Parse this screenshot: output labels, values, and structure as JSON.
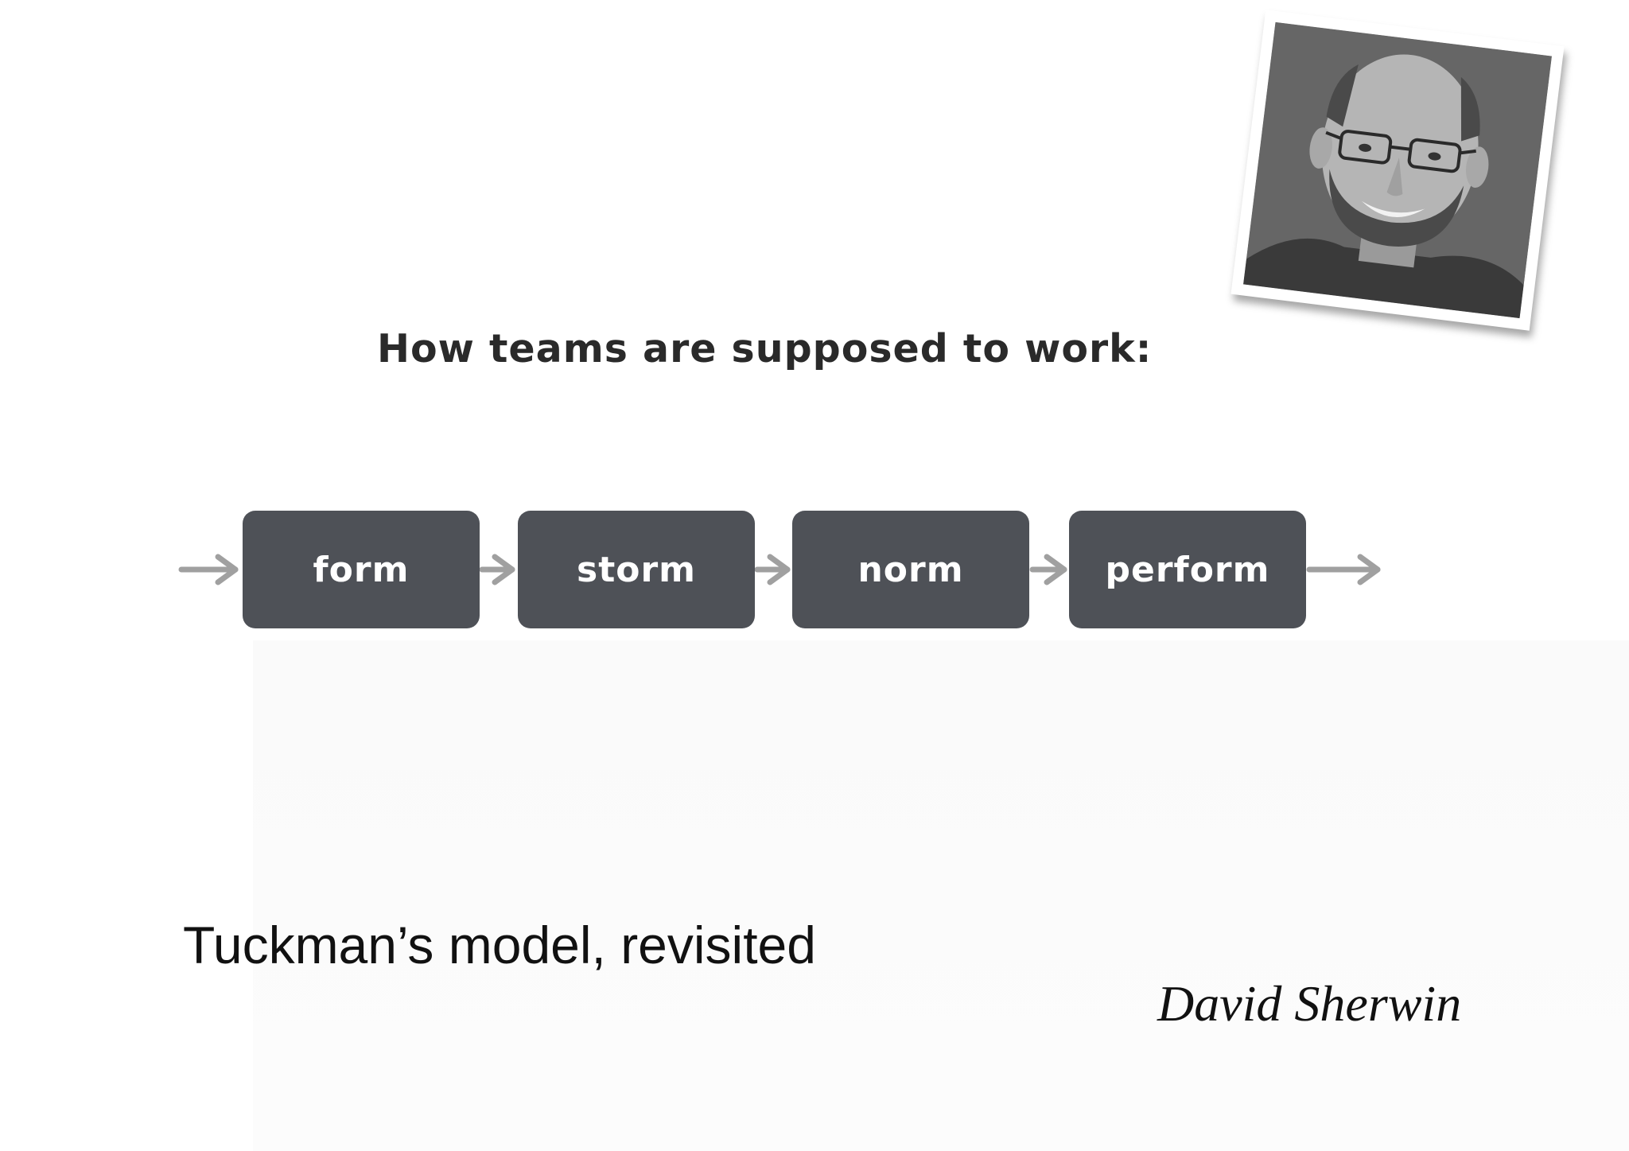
{
  "heading": "How teams are supposed to work:",
  "stages": [
    {
      "label": "form"
    },
    {
      "label": "storm"
    },
    {
      "label": "norm"
    },
    {
      "label": "perform"
    }
  ],
  "subtitle": "Tuckman’s model, revisited",
  "signature": "David  Sherwin",
  "colors": {
    "stage_fill": "#4e5157",
    "stage_text": "#ffffff",
    "arrow": "#a0a0a0",
    "heading": "#2a2a2a"
  },
  "photo": {
    "icon": "person-portrait-photo"
  }
}
